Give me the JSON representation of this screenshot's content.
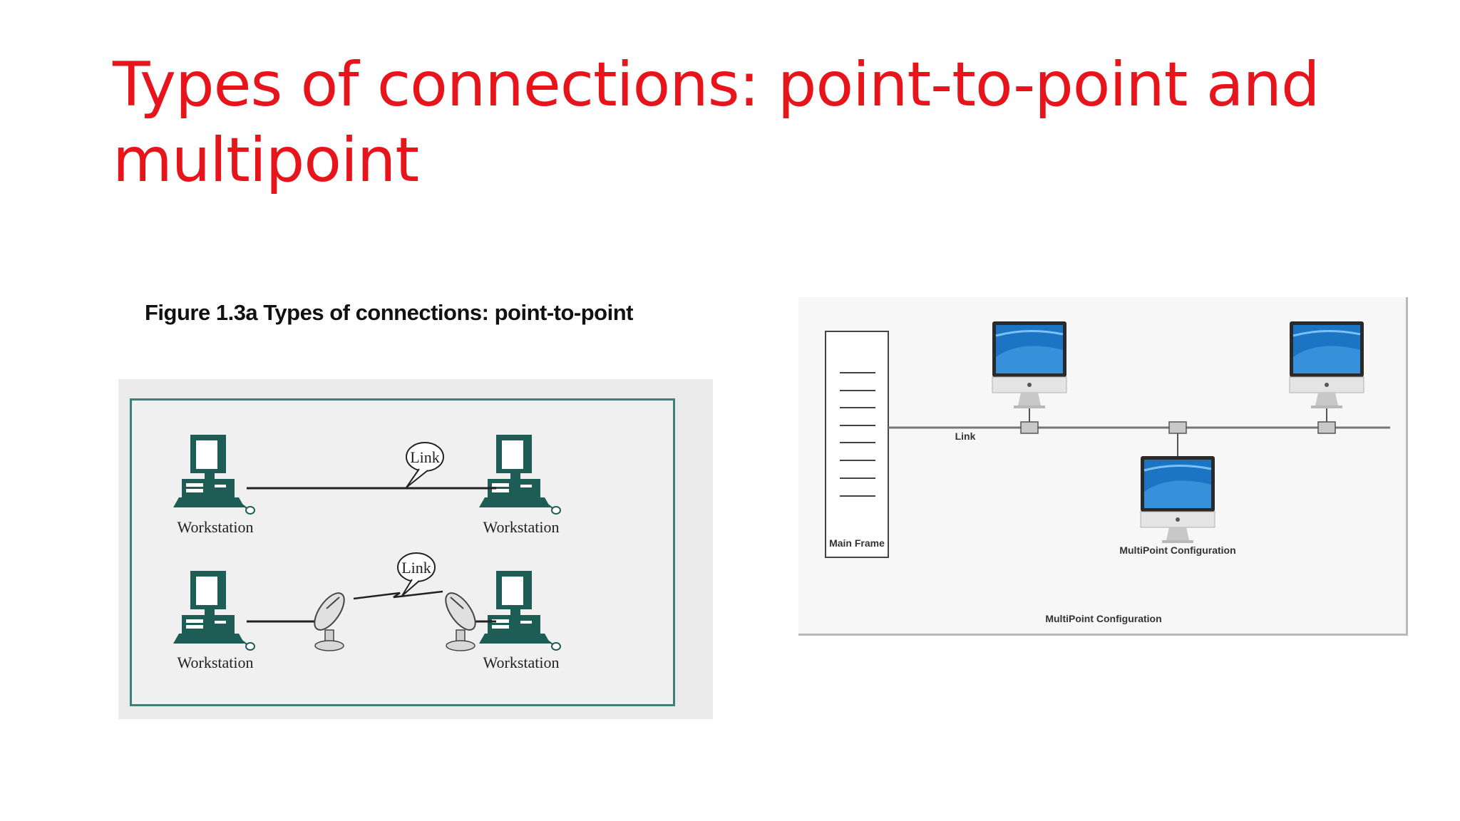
{
  "slide": {
    "title": "Types of connections: point-to-point and multipoint"
  },
  "left_figure": {
    "caption": "Figure 1.3a Types of connections: point-to-point",
    "labels": {
      "link_top": "Link",
      "link_bottom": "Link",
      "ws_top_left": "Workstation",
      "ws_top_right": "Workstation",
      "ws_bottom_left": "Workstation",
      "ws_bottom_right": "Workstation"
    }
  },
  "right_figure": {
    "labels": {
      "main_frame": "Main Frame",
      "link": "Link",
      "node_caption": "MultiPoint Configuration",
      "figure_caption": "MultiPoint Configuration"
    }
  },
  "colors": {
    "title": "#e8141b",
    "frame": "#3f7f78",
    "screen": "#1b74c4"
  }
}
